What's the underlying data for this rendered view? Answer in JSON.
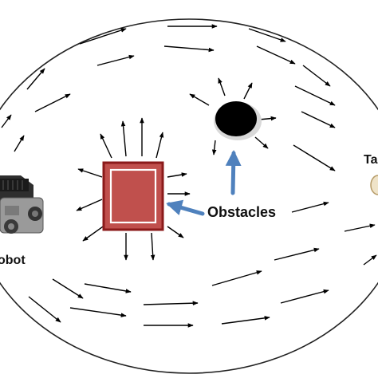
{
  "labels": {
    "robot": "obot",
    "obstacles": "Obstacles",
    "target": "Ta"
  },
  "colors": {
    "arrow": "#000000",
    "pointer": "#4f81bd",
    "square_obstacle_fill": "#c0504d",
    "square_obstacle_stroke": "#8b1a1a",
    "round_obstacle": "#000000",
    "field_boundary": "#222222"
  },
  "icons": {
    "robot": "robot-icon",
    "target": "target-icon",
    "square_obstacle": "square-obstacle-icon",
    "round_obstacle": "round-obstacle-icon"
  }
}
